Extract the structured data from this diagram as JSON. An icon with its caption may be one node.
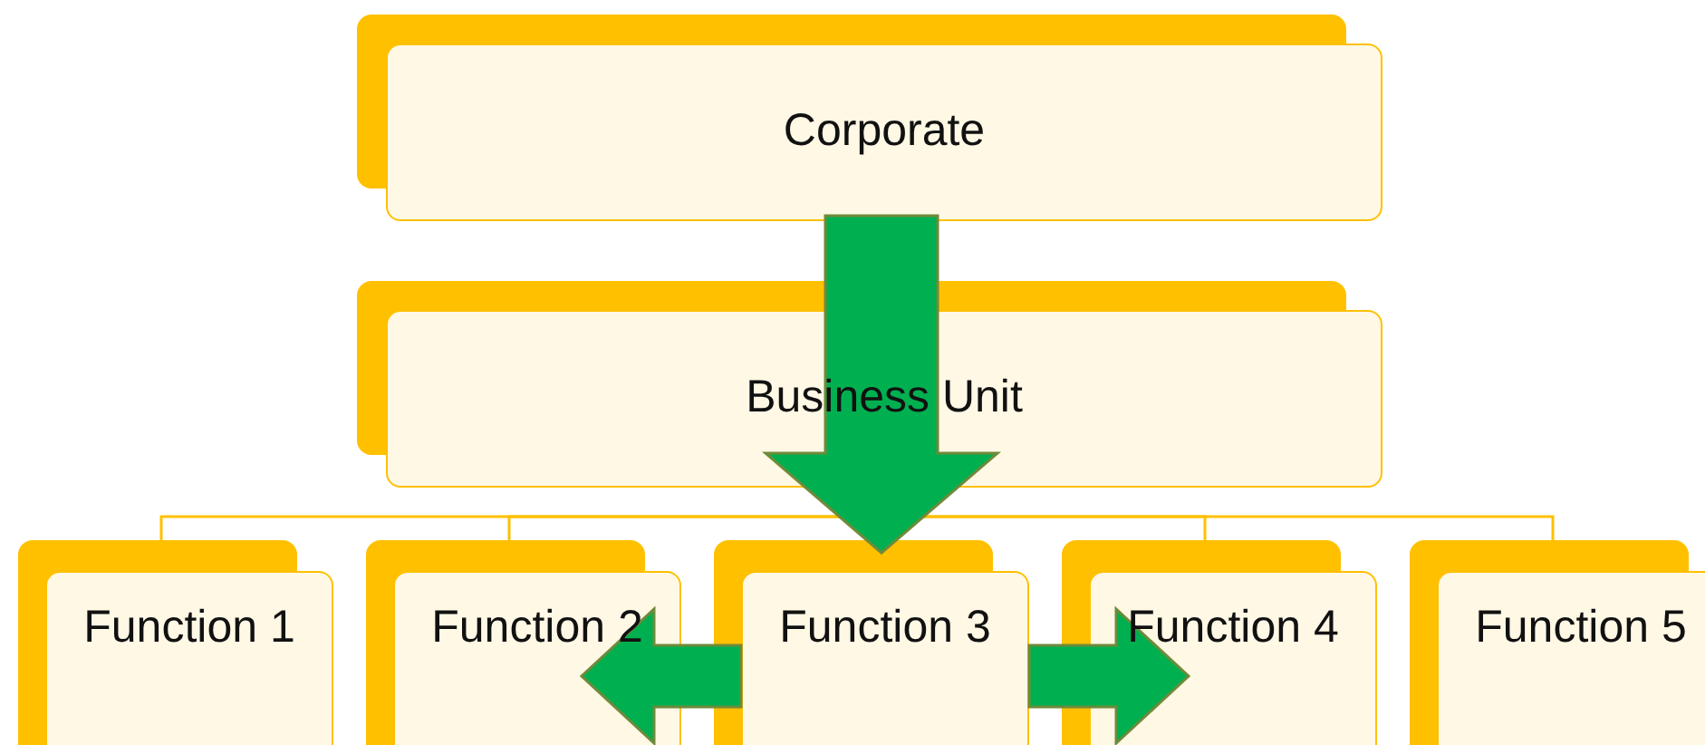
{
  "diagram": {
    "nodes": [
      {
        "text": [
          "Corporate"
        ]
      },
      {
        "text": [
          "Business Unit"
        ]
      },
      {
        "text": [
          "Function 1"
        ]
      },
      {
        "text": [
          "Function 2"
        ]
      },
      {
        "text": [
          "Function 3"
        ]
      },
      {
        "text": [
          "Function 4"
        ]
      },
      {
        "text": [
          "Function 5"
        ]
      }
    ],
    "edges": [
      {
        "from": 1,
        "to": 2,
        "arrow": "none"
      },
      {
        "from": 1,
        "to": 3,
        "arrow": "none"
      },
      {
        "from": 1,
        "to": 5,
        "arrow": "none"
      },
      {
        "from": 1,
        "to": 6,
        "arrow": "none"
      },
      {
        "from": 0,
        "to": 4,
        "arrow": "to",
        "style": "thick",
        "color": "#00b050"
      },
      {
        "from": 4,
        "to": 3,
        "arrow": "to",
        "style": "thick",
        "color": "#00b050"
      },
      {
        "from": 4,
        "to": 5,
        "arrow": "to",
        "style": "thick",
        "color": "#00b050"
      }
    ]
  }
}
